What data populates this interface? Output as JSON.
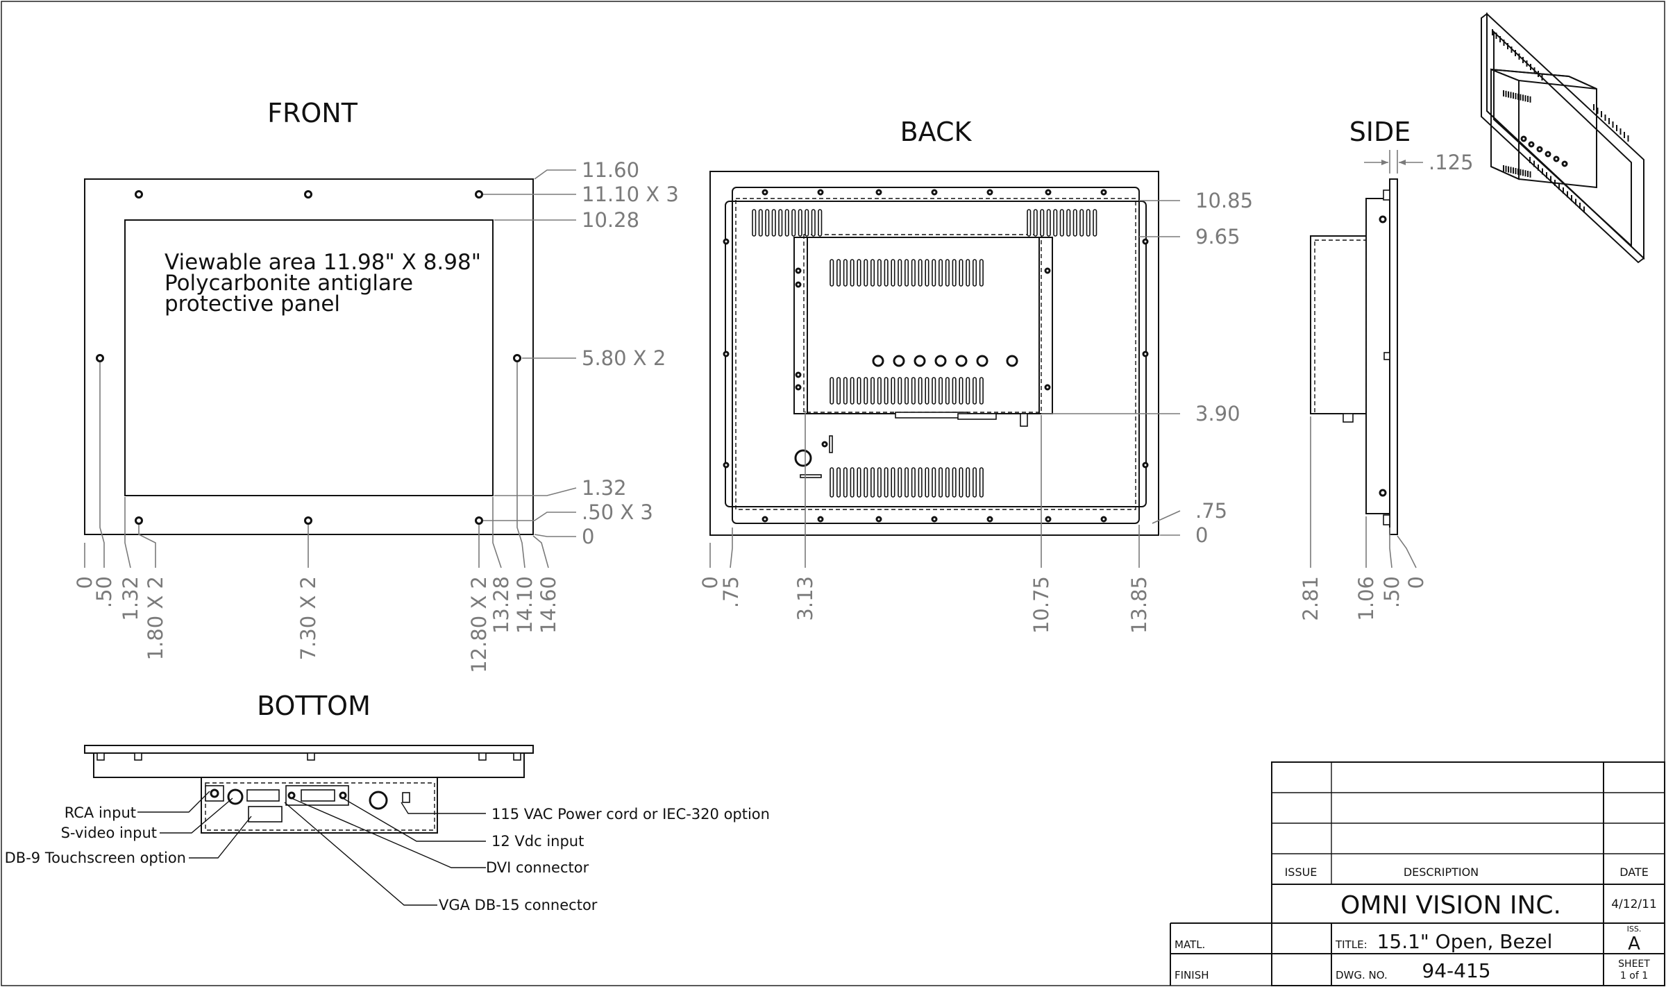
{
  "views": {
    "front": {
      "title": "FRONT",
      "note": [
        "Viewable area 11.98\" X 8.98\"",
        "Polycarbonite antiglare",
        "protective panel"
      ],
      "right_dims": [
        "11.60",
        "11.10 X 3",
        "10.28",
        "5.80 X 2",
        "1.32",
        ".50 X 3",
        "0"
      ],
      "bottom_dims": [
        "0",
        ".50",
        "1.32",
        "1.80 X 2",
        "7.30 X 2",
        "12.80 X 2",
        "13.28",
        "14.10",
        "14.60"
      ]
    },
    "back": {
      "title": "BACK",
      "right_dims": [
        "10.85",
        "9.65",
        "3.90",
        ".75",
        "0"
      ],
      "bottom_dims": [
        "0",
        ".75",
        "3.13",
        "10.75",
        "13.85"
      ]
    },
    "side": {
      "title": "SIDE",
      "top_dim": ".125",
      "bottom_dims": [
        "2.81",
        "1.06",
        ".50",
        "0"
      ]
    },
    "bottom": {
      "title": "BOTTOM",
      "callouts_left": [
        "RCA input",
        "S-video input",
        "DB-9 Touchscreen option"
      ],
      "callouts_right": [
        "115 VAC Power cord or IEC-320 option",
        "12 Vdc input",
        "DVI connector",
        "VGA DB-15 connector"
      ]
    }
  },
  "title_block": {
    "issue_label": "ISSUE",
    "description_label": "DESCRIPTION",
    "date_label": "DATE",
    "company": "OMNI VISION INC.",
    "date": "4/12/11",
    "matl_label": "MATL.",
    "title_label": "TITLE:",
    "title_value": "15.1\" Open, Bezel",
    "iss_label": "ISS.",
    "iss_value": "A",
    "finish_label": "FINISH",
    "dwg_label": "DWG. NO.",
    "dwg_value": "94-415",
    "sheet_label": "SHEET",
    "sheet_value": "1 of 1"
  }
}
